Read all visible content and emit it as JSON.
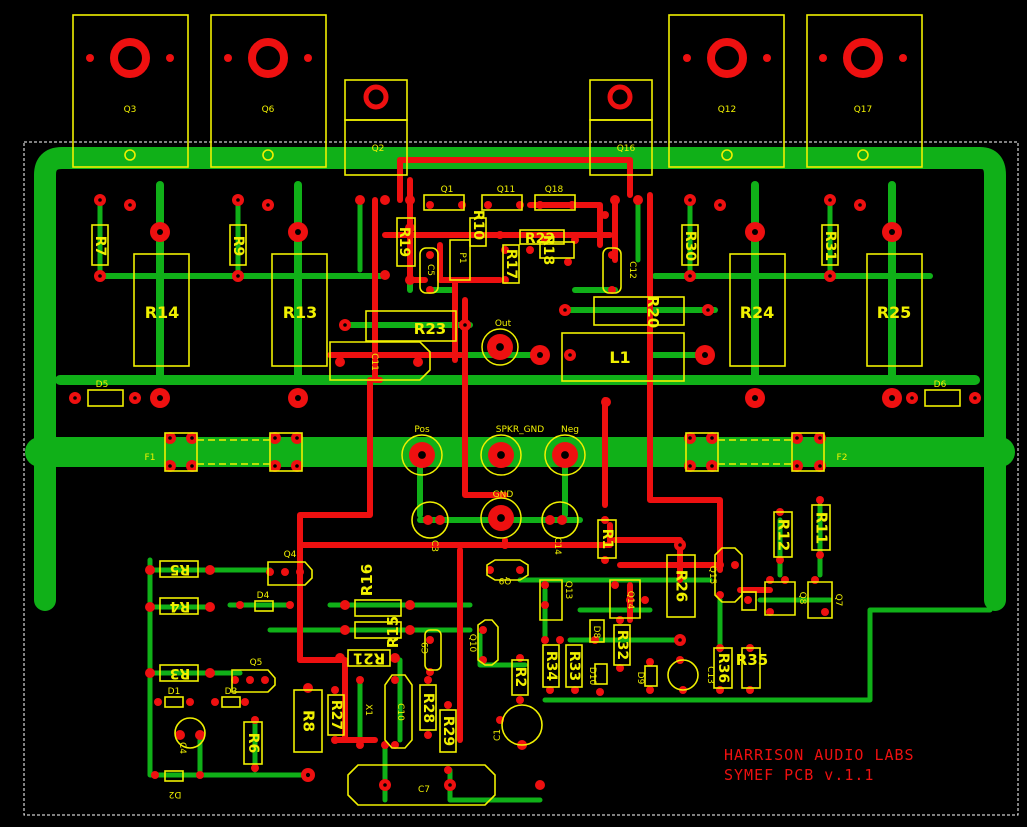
{
  "board": {
    "brand_line1": "HARRISON AUDIO LABS",
    "brand_line2": "SYMEF PCB v.1.1"
  },
  "transistors": [
    "Q3",
    "Q6",
    "Q12",
    "Q17",
    "Q2",
    "Q16",
    "Q1",
    "Q11",
    "Q18",
    "Q4",
    "Q5",
    "Q9",
    "Q10",
    "Q13",
    "Q14",
    "Q15",
    "Q8",
    "Q7"
  ],
  "resistors": [
    "R7",
    "R9",
    "R14",
    "R13",
    "R19",
    "R10",
    "R18",
    "R17",
    "R22",
    "R23",
    "R20",
    "R30",
    "R24",
    "R31",
    "R25",
    "R5",
    "R4",
    "R3",
    "R6",
    "R16",
    "R15",
    "R21",
    "R8",
    "R27",
    "R28",
    "R29",
    "R2",
    "R34",
    "R33",
    "R32",
    "R26",
    "R1",
    "R12",
    "R11",
    "R36",
    "R35"
  ],
  "capacitors": [
    "C5",
    "C12",
    "C11",
    "C3",
    "C14",
    "C9",
    "C10",
    "C1",
    "C7",
    "C4",
    "C13"
  ],
  "diodes": [
    "D5",
    "D6",
    "D4",
    "D1",
    "D3",
    "D2",
    "D8",
    "D10",
    "D9"
  ],
  "misc": [
    "P1",
    "L1",
    "F1",
    "F2",
    "X1"
  ],
  "terminals": {
    "out": "Out",
    "pos": "Pos",
    "spkr_gnd": "SPKR_GND",
    "neg": "Neg",
    "gnd": "GND"
  }
}
